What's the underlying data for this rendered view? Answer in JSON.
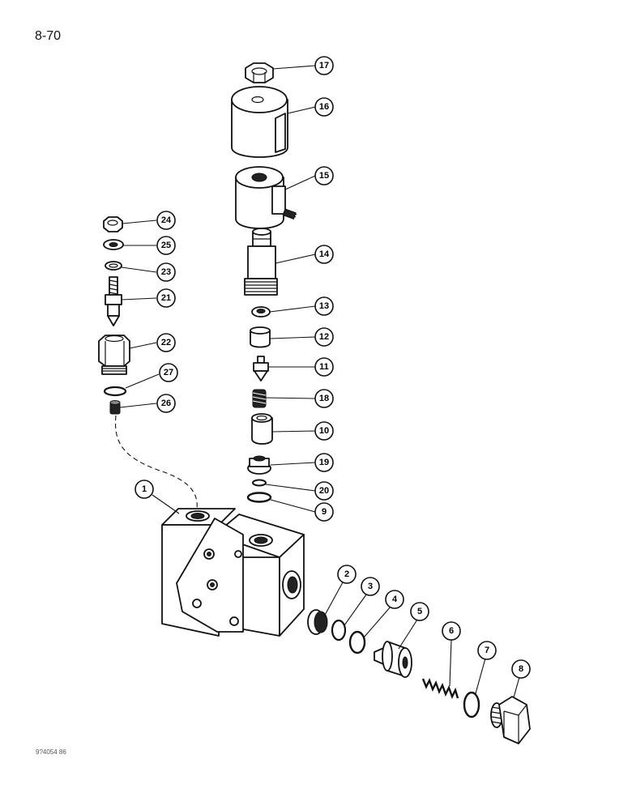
{
  "page": {
    "page_number": "8-70",
    "figure_code": "9?4054 86"
  },
  "callouts": [
    {
      "id": "callout-17",
      "label": "17"
    },
    {
      "id": "callout-16",
      "label": "16"
    },
    {
      "id": "callout-15",
      "label": "15"
    },
    {
      "id": "callout-14",
      "label": "14"
    },
    {
      "id": "callout-13",
      "label": "13"
    },
    {
      "id": "callout-12",
      "label": "12"
    },
    {
      "id": "callout-11",
      "label": "11"
    },
    {
      "id": "callout-18",
      "label": "18"
    },
    {
      "id": "callout-10",
      "label": "10"
    },
    {
      "id": "callout-19",
      "label": "19"
    },
    {
      "id": "callout-20",
      "label": "20"
    },
    {
      "id": "callout-9",
      "label": "9"
    },
    {
      "id": "callout-24",
      "label": "24"
    },
    {
      "id": "callout-25",
      "label": "25"
    },
    {
      "id": "callout-23",
      "label": "23"
    },
    {
      "id": "callout-21",
      "label": "21"
    },
    {
      "id": "callout-22",
      "label": "22"
    },
    {
      "id": "callout-27",
      "label": "27"
    },
    {
      "id": "callout-26",
      "label": "26"
    },
    {
      "id": "callout-1",
      "label": "1"
    },
    {
      "id": "callout-2",
      "label": "2"
    },
    {
      "id": "callout-3",
      "label": "3"
    },
    {
      "id": "callout-4",
      "label": "4"
    },
    {
      "id": "callout-5",
      "label": "5"
    },
    {
      "id": "callout-6",
      "label": "6"
    },
    {
      "id": "callout-7",
      "label": "7"
    },
    {
      "id": "callout-8",
      "label": "8"
    }
  ]
}
